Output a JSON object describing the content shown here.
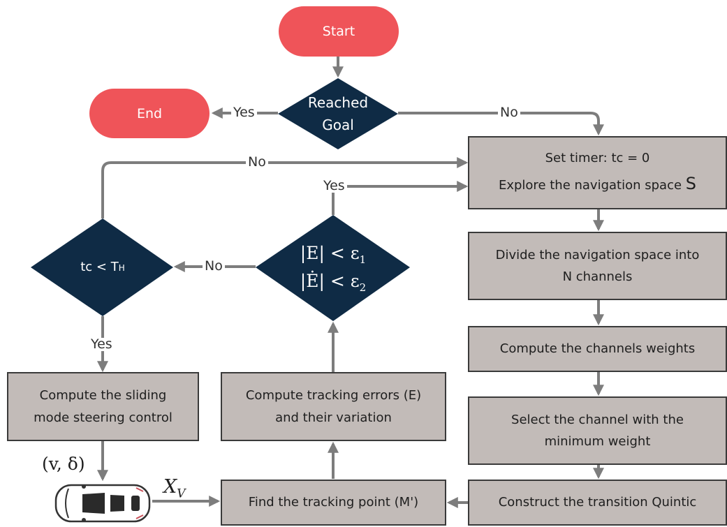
{
  "start": "Start",
  "end": "End",
  "decision_goal": {
    "line1": "Reached",
    "line2": "Goal"
  },
  "decision_timer": {
    "tc": "tc < T",
    "sub": "H"
  },
  "decision_error": {
    "line1": "|E| < ε",
    "sub1": "1",
    "line2": "|Ė| < ε",
    "sub2": "2"
  },
  "labels": {
    "yes_end": "Yes",
    "no_goal": "No",
    "no_timer_loop": "No",
    "yes_error_loop": "Yes",
    "no_error": "No",
    "yes_timer": "Yes"
  },
  "boxes": {
    "set_timer": {
      "line1": "Set timer: tc = 0",
      "line2": "Explore the navigation space",
      "symbol": "S"
    },
    "divide": {
      "line1": "Divide the navigation space into",
      "line2": "N channels"
    },
    "compute_weights": {
      "line1": "Compute the channels weights"
    },
    "select_channel": {
      "line1": "Select the channel with the",
      "line2": "minimum weight"
    },
    "construct": {
      "line1": "Construct the transition Quintic"
    },
    "find_point": {
      "line1": "Find the tracking point  (M')"
    },
    "tracking_errors": {
      "line1": "Compute tracking errors (E)",
      "line2": "and their variation"
    },
    "sliding": {
      "line1": "Compute the sliding",
      "line2": "mode steering control"
    }
  },
  "control_label": "(v, δ)",
  "state_label": {
    "main": "X",
    "sub": "V"
  },
  "colors": {
    "terminal": "#ef5459",
    "decision": "#0f2b45",
    "process": "#c2bbb8",
    "arrow": "#7d7d7d"
  }
}
